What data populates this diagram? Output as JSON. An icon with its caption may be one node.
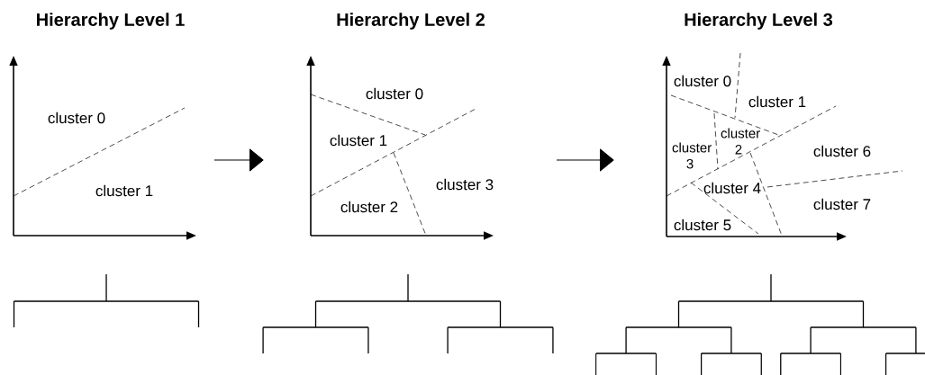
{
  "diagram": {
    "nodes": [
      {
        "text": [
          "Hierarchy Level 1"
        ]
      },
      {
        "text": [
          "Hierarchy Level 2"
        ]
      },
      {
        "text": [
          "Hierarchy Level 3"
        ]
      }
    ],
    "edges": [
      {
        "from": 0,
        "to": 1,
        "arrow": "to"
      },
      {
        "from": 1,
        "to": 2,
        "arrow": "to"
      }
    ],
    "labels": [
      "cluster 0",
      "cluster 1",
      "cluster 0",
      "cluster 1",
      "cluster 3",
      "cluster 2",
      "cluster 0",
      "cluster 1",
      "cluster 2",
      "cluster 6",
      "cluster 3",
      "cluster 4",
      "cluster 7",
      "cluster 5"
    ]
  }
}
